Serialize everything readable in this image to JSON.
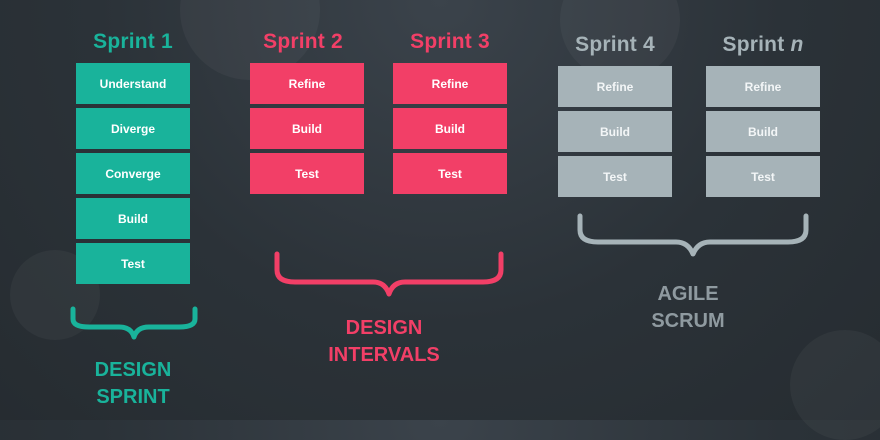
{
  "colors": {
    "teal": "#19b39b",
    "pink": "#f23f67",
    "gray": "#a6b3b8",
    "gray_text": "#8f9aa0"
  },
  "sprints": [
    {
      "title": "Sprint 1",
      "steps": [
        "Understand",
        "Diverge",
        "Converge",
        "Build",
        "Test"
      ]
    },
    {
      "title": "Sprint 2",
      "steps": [
        "Refine",
        "Build",
        "Test"
      ]
    },
    {
      "title": "Sprint 3",
      "steps": [
        "Refine",
        "Build",
        "Test"
      ]
    },
    {
      "title": "Sprint 4",
      "steps": [
        "Refine",
        "Build",
        "Test"
      ]
    },
    {
      "title_prefix": "Sprint",
      "title_italic": "n",
      "steps": [
        "Refine",
        "Build",
        "Test"
      ]
    }
  ],
  "groups": {
    "design_sprint": [
      "DESIGN",
      "SPRINT"
    ],
    "design_intervals": [
      "DESIGN",
      "INTERVALS"
    ],
    "agile_scrum": [
      "AGILE",
      "SCRUM"
    ]
  }
}
